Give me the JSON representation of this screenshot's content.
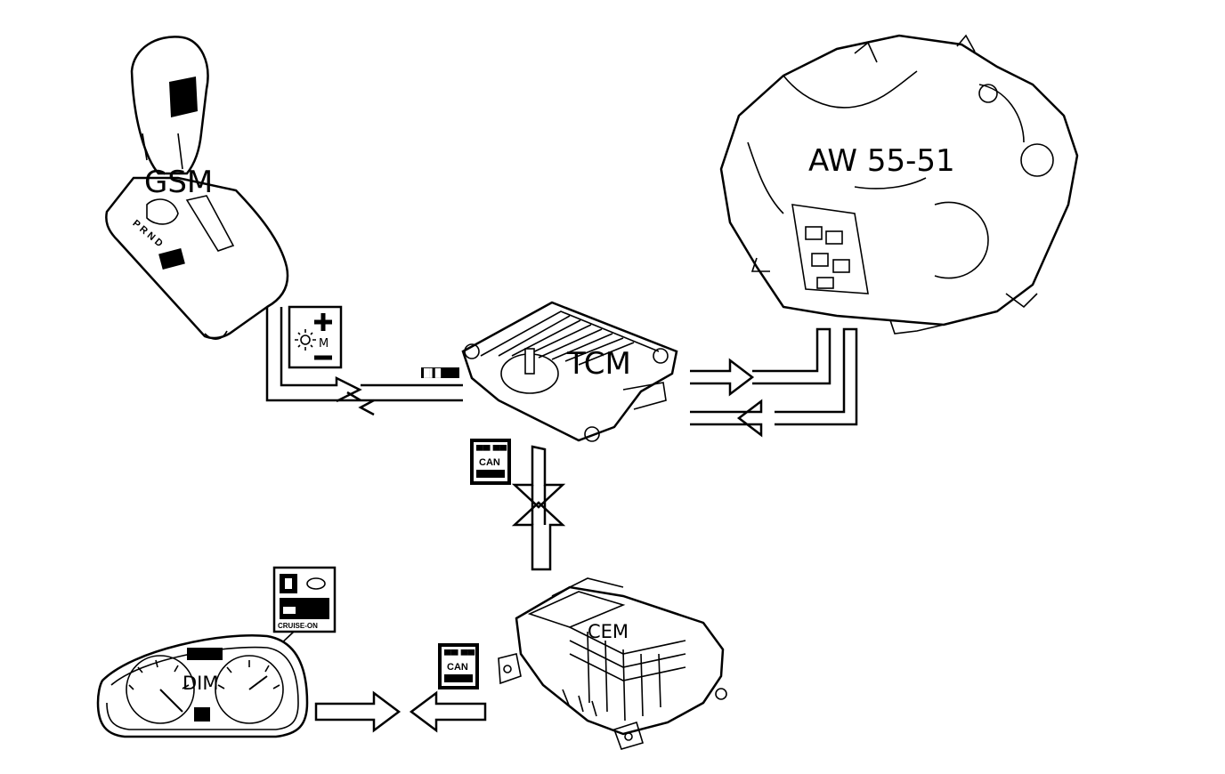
{
  "modules": {
    "gsm": "GSM",
    "tcm": "TCM",
    "aw": "AW 55-51",
    "cem": "CEM",
    "dim": "DIM"
  },
  "symbols": {
    "m_label": "M",
    "can_line1": "▀▀ ▀▀",
    "can_label": "CAN",
    "tcm_code": "█▌█",
    "cruise_label": "CRUISE-ON"
  },
  "icons": [
    "gear-selector-icon",
    "manual-shift-plus-minus-icon",
    "can-bus-icon",
    "cruise-warning-icon",
    "transmission-icon",
    "control-module-icon",
    "instrument-cluster-icon"
  ]
}
